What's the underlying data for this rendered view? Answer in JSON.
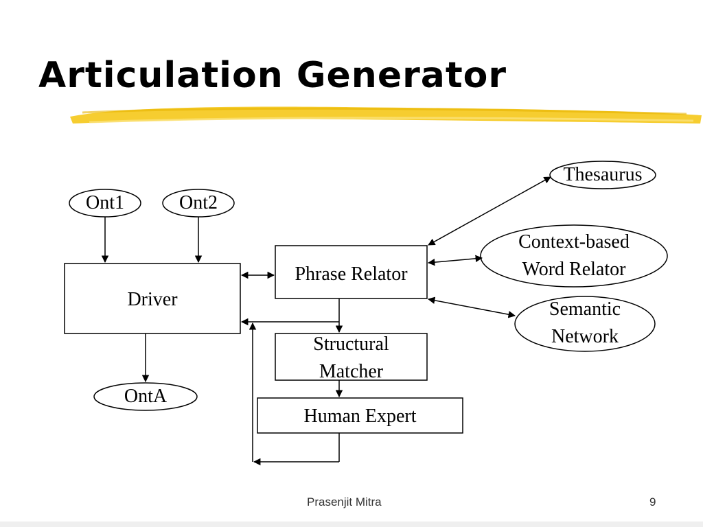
{
  "title": "Articulation Generator",
  "nodes": {
    "ont1": "Ont1",
    "ont2": "Ont2",
    "driver": "Driver",
    "onta": "OntA",
    "phrase_relator": "Phrase Relator",
    "structural_matcher_line1": "Structural",
    "structural_matcher_line2": "Matcher",
    "human_expert": "Human Expert",
    "thesaurus": "Thesaurus",
    "context_line1": "Context-based",
    "context_line2": "Word Relator",
    "semantic_line1": "Semantic",
    "semantic_line2": "Network"
  },
  "footer": {
    "author": "Prasenjit Mitra",
    "page_number": "9"
  },
  "colors": {
    "highlight": "#f5c81a",
    "stroke": "#000000"
  }
}
